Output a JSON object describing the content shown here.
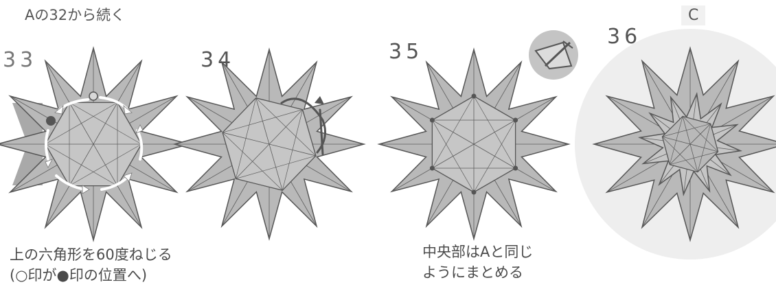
{
  "header": {
    "intro": "Aの32から続く",
    "section_label": "C"
  },
  "steps": [
    {
      "number": "33",
      "note_line1": "上の六角形を60度ねじる",
      "note_line2": "(○印が●印の位置へ)"
    },
    {
      "number": "34"
    },
    {
      "number": "35",
      "note_line1": "中央部はAと同じ",
      "note_line2": "ようにまとめる"
    },
    {
      "number": "36"
    }
  ],
  "colors": {
    "paper": "#b9b9b9",
    "paper_light": "#c6c6c6",
    "crease": "#5c5c5c",
    "outline": "#555555",
    "arrow": "#ffffff",
    "marker_filled": "#555555",
    "inset_bg": "#c4c4c4",
    "step36_bg": "#eeeeee"
  },
  "icons": [
    "rotation-arrows-icon",
    "filled-circle-marker-icon",
    "open-circle-marker-icon",
    "fold-arrow-icon",
    "detail-inset-icon"
  ]
}
